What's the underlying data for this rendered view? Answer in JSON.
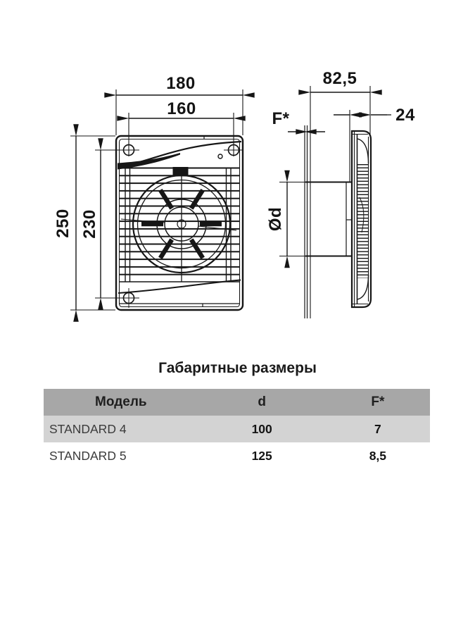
{
  "drawing": {
    "front_view": {
      "dim_width_outer": "180",
      "dim_width_holes": "160",
      "dim_height_outer": "250",
      "dim_height_holes": "230"
    },
    "side_view": {
      "dim_depth_total": "82,5",
      "dim_front_panel_depth": "24",
      "dim_flange": "F*",
      "dim_duct_diameter": "Ød"
    },
    "line_color": "#161616"
  },
  "section": {
    "title": "Габаритные размеры"
  },
  "table": {
    "columns": [
      "Модель",
      "d",
      "F*"
    ],
    "rows": [
      {
        "model": "STANDARD 4",
        "d": "100",
        "f": "7"
      },
      {
        "model": "STANDARD 5",
        "d": "125",
        "f": "8,5"
      }
    ],
    "colors": {
      "header_bg": "#a7a7a7",
      "row_alt_bg": "#d3d3d3",
      "row_plain_bg": "#ffffff",
      "text": "#141414"
    }
  }
}
